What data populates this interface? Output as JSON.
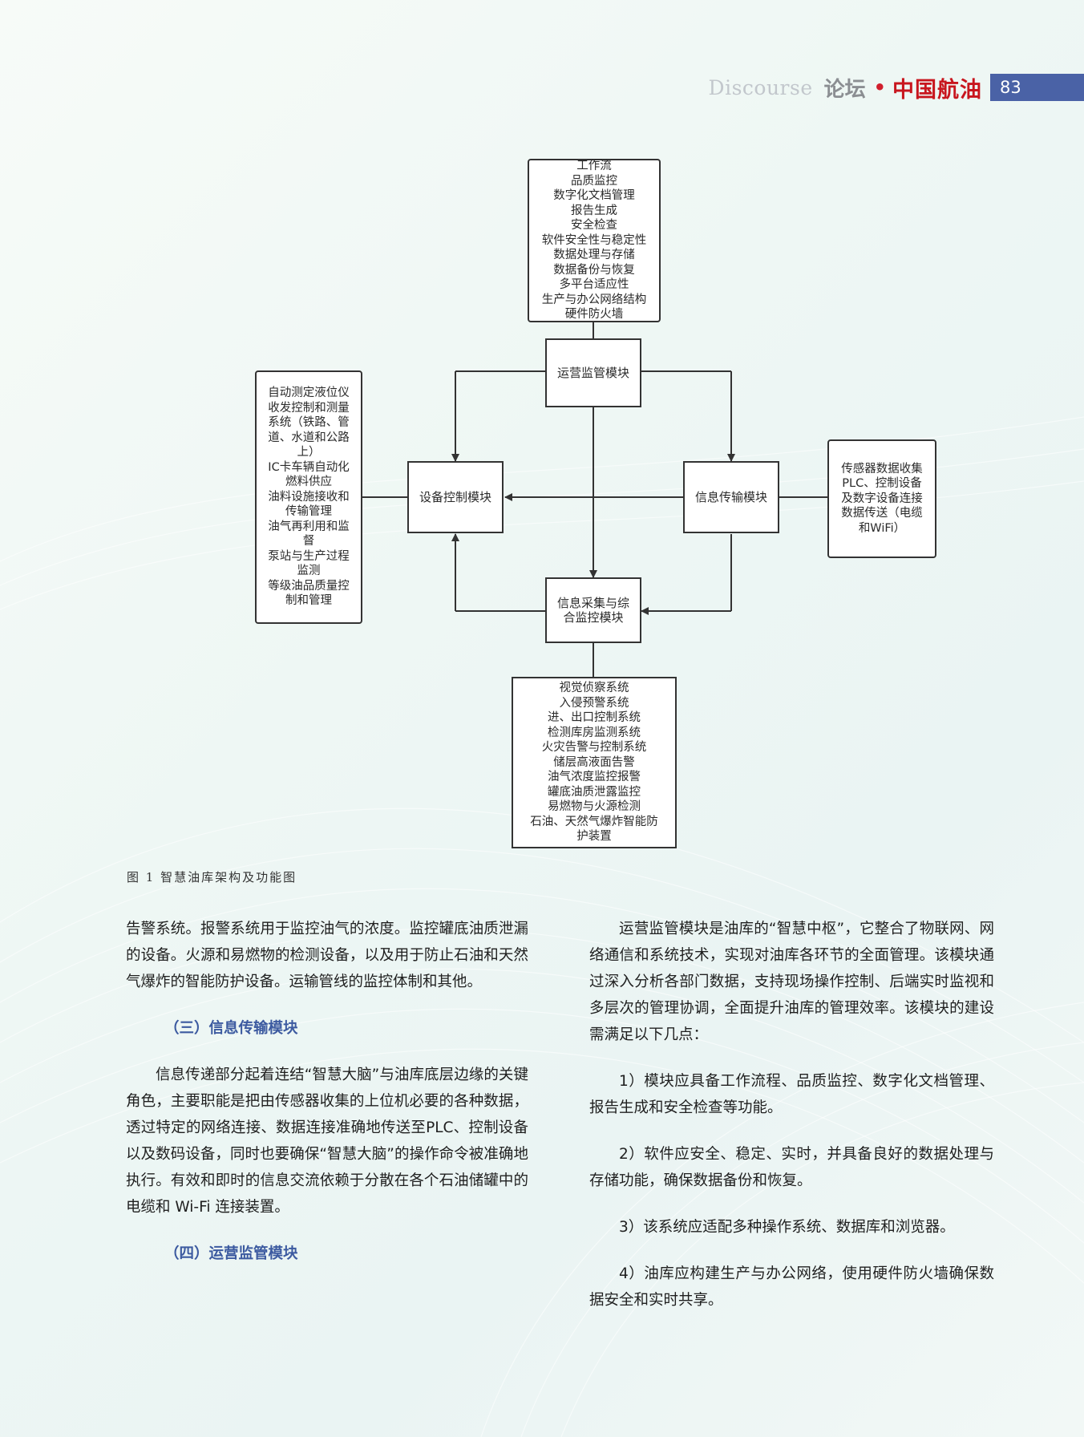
{
  "header": {
    "discourse": "Discourse",
    "forum": "论坛",
    "dot": "•",
    "brand": "中国航油",
    "page_number": "83"
  },
  "diagram": {
    "top_box": [
      "工作流",
      "品质监控",
      "数字化文档管理",
      "报告生成",
      "安全检查",
      "软件安全性与稳定性",
      "数据处理与存储",
      "数据备份与恢复",
      "多平台适应性",
      "生产与办公网络结构",
      "硬件防火墙"
    ],
    "ops_module": "运营监管模块",
    "left_box": [
      "自动测定液位仪",
      "收发控制和测量",
      "系统（铁路、管",
      "道、水道和公路",
      "上）",
      "IC卡车辆自动化",
      "燃料供应",
      "油料设施接收和",
      "传输管理",
      "油气再利用和监",
      "督",
      "泵站与生产过程",
      "监测",
      "等级油品质量控",
      "制和管理"
    ],
    "device_module": "设备控制模块",
    "info_module": "信息传输模块",
    "right_box": [
      "传感器数据收集",
      "PLC、控制设备",
      "及数字设备连接",
      "数据传送（电缆",
      "和WiFi）"
    ],
    "collect_module": [
      "信息采集与综",
      "合监控模块"
    ],
    "bottom_box": [
      "视觉侦察系统",
      "入侵预警系统",
      "进、出口控制系统",
      "检测库房监测系统",
      "火灾告警与控制系统",
      "储层高液面告警",
      "油气浓度监控报警",
      "罐底油质泄露监控",
      "易燃物与火源检测",
      "石油、天然气爆炸智能防",
      "护装置"
    ]
  },
  "caption": "图 1 智慧油库架构及功能图",
  "left_column": {
    "p1": "告警系统。报警系统用于监控油气的浓度。监控罐底油质泄漏的设备。火源和易燃物的检测设备，以及用于防止石油和天然气爆炸的智能防护设备。运输管线的监控体制和其他。",
    "h1": "（三）信息传输模块",
    "p2": "信息传递部分起着连结“智慧大脑”与油库底层边缘的关键角色，主要职能是把由传感器收集的上位机必要的各种数据，透过特定的网络连接、数据连接准确地传送至PLC、控制设备以及数码设备，同时也要确保“智慧大脑”的操作命令被准确地执行。有效和即时的信息交流依赖于分散在各个石油储罐中的电缆和 Wi-Fi 连接装置。",
    "h2": "（四）运营监管模块"
  },
  "right_column": {
    "p1": "运营监管模块是油库的“智慧中枢”，它整合了物联网、网络通信和系统技术，实现对油库各环节的全面管理。该模块通过深入分析各部门数据，支持现场操作控制、后端实时监视和多层次的管理协调，全面提升油库的管理效率。该模块的建设需满足以下几点：",
    "p2": "1）模块应具备工作流程、品质监控、数字化文档管理、报告生成和安全检查等功能。",
    "p3": "2）软件应安全、稳定、实时，并具备良好的数据处理与存储功能，确保数据备份和恢复。",
    "p4": "3）该系统应适配多种操作系统、数据库和浏览器。",
    "p5": "4）油库应构建生产与办公网络，使用硬件防火墙确保数据安全和实时共享。"
  }
}
